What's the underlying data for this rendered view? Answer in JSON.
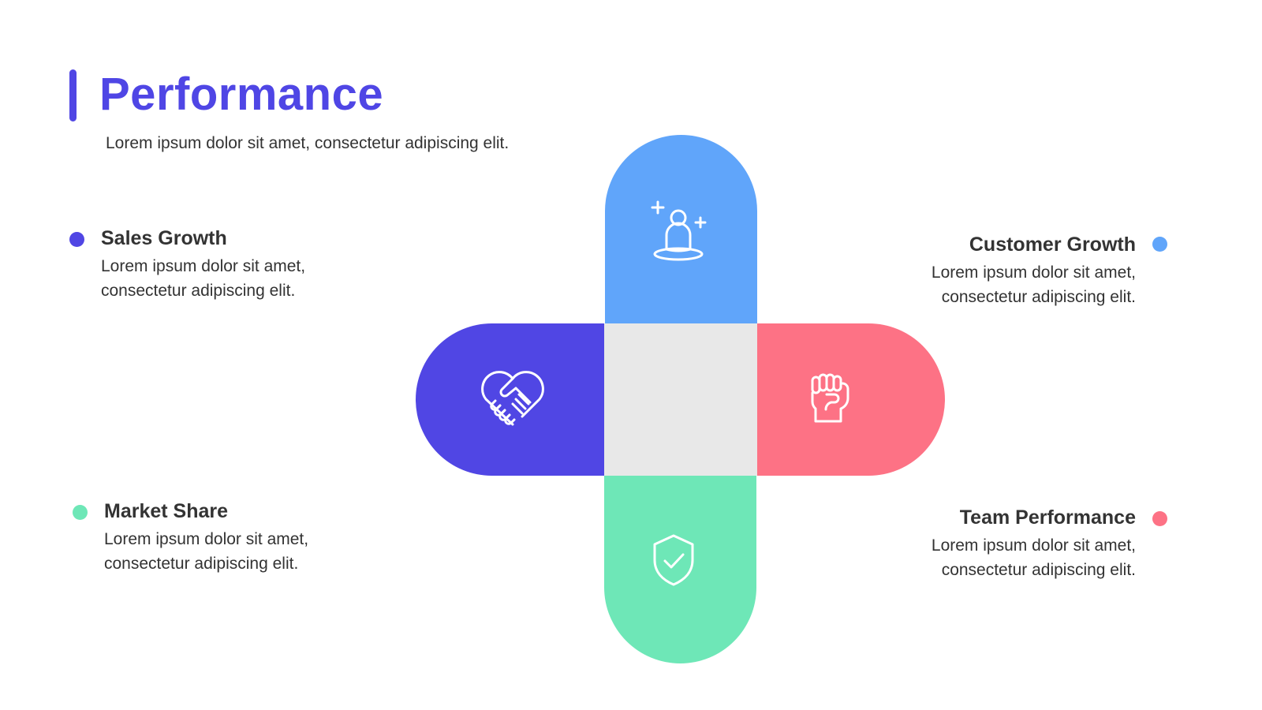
{
  "colors": {
    "title": "#4f46e5",
    "indigo": "#5046e4",
    "blue": "#60a5fa",
    "pink": "#fd7285",
    "green": "#6ee7b7",
    "center": "#e8e8e8",
    "text": "#333333"
  },
  "header": {
    "title": "Performance",
    "subtitle": "Lorem ipsum dolor sit amet, consectetur adipiscing elit."
  },
  "items": {
    "sales": {
      "title": "Sales Growth",
      "desc_line1": "Lorem ipsum dolor sit amet,",
      "desc_line2": "consectetur adipiscing elit.",
      "icon": "handshake-heart-icon"
    },
    "customer": {
      "title": "Customer Growth",
      "desc_line1": "Lorem ipsum dolor sit amet,",
      "desc_line2": "consectetur adipiscing elit.",
      "icon": "person-plus-icon"
    },
    "market": {
      "title": "Market Share",
      "desc_line1": "Lorem ipsum dolor sit amet,",
      "desc_line2": "consectetur adipiscing elit.",
      "icon": "shield-check-icon"
    },
    "team": {
      "title": "Team Performance",
      "desc_line1": "Lorem ipsum dolor sit amet,",
      "desc_line2": "consectetur adipiscing elit.",
      "icon": "raised-fist-icon"
    }
  }
}
